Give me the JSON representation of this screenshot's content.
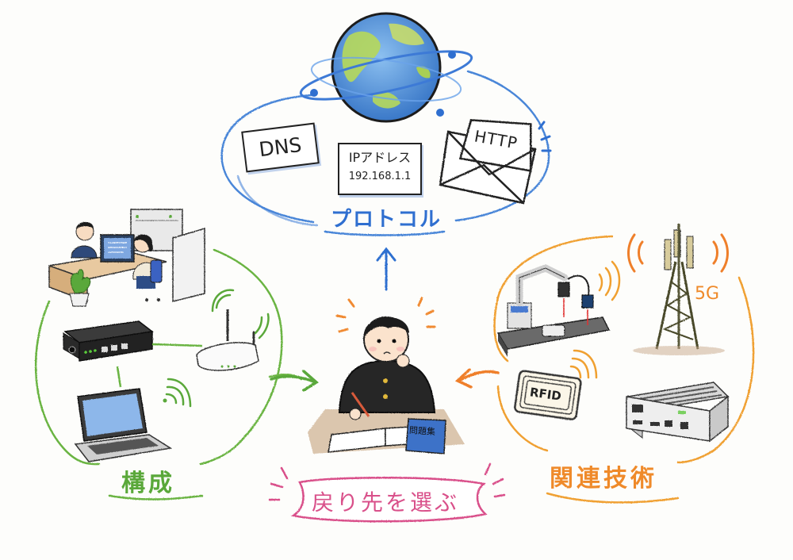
{
  "colors": {
    "background": "#fdfdfb",
    "protocol": "#2f6fd0",
    "config": "#5aa83a",
    "related": "#ef8a2a",
    "choose": "#d9508a",
    "ink": "#222222"
  },
  "center": {
    "title": "戻り先を選ぶ",
    "book_label": "問題集"
  },
  "sections": {
    "protocol": {
      "title": "プロトコル",
      "items": {
        "dns": "DNS",
        "ip_title": "IPアドレス",
        "ip_value": "192.168.1.1",
        "http": "HTTP"
      }
    },
    "config": {
      "title": "構成"
    },
    "related": {
      "title": "関連技術",
      "items": {
        "fiveg": "5G",
        "rfid": "RFID"
      }
    }
  },
  "icons": {
    "globe": "globe-icon",
    "envelope": "envelope-icon",
    "office": "office-icon",
    "router": "router-icon",
    "wifi_ap": "wifi-access-point-icon",
    "laptop": "laptop-icon",
    "robot_arm": "robot-arm-icon",
    "tower": "cell-tower-icon",
    "rfid_tag": "rfid-tag-icon",
    "edge_box": "mini-pc-icon",
    "student": "student-icon"
  }
}
